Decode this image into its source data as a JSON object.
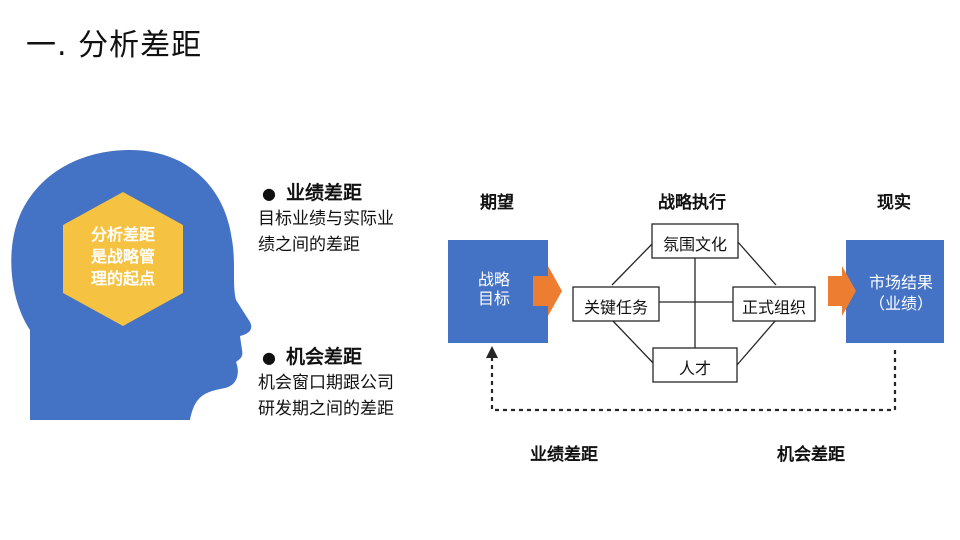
{
  "title": "一.   分析差距",
  "head_label": [
    "分析差距",
    "是战略管",
    "理的起点"
  ],
  "bullets": [
    {
      "title": "业绩差距",
      "desc": [
        "目标业绩与实际业",
        "绩之间的差距"
      ]
    },
    {
      "title": "机会差距",
      "desc": [
        "机会窗口期跟公司",
        "研发期之间的差距"
      ]
    }
  ],
  "diagram": {
    "headers": {
      "expectation": "期望",
      "execution": "战略执行",
      "reality": "现实"
    },
    "left_box": [
      "战略",
      "目标"
    ],
    "right_box": [
      "市场结果",
      "（业绩）"
    ],
    "nodes": {
      "top": "氛围文化",
      "left": "关键任务",
      "right": "正式组织",
      "bottom": "人才"
    },
    "gaps": {
      "performance": "业绩差距",
      "opportunity": "机会差距"
    }
  },
  "colors": {
    "blue": "#4472C4",
    "gold": "#F5C242",
    "orange": "#ED7D31",
    "dark": "#262626"
  }
}
